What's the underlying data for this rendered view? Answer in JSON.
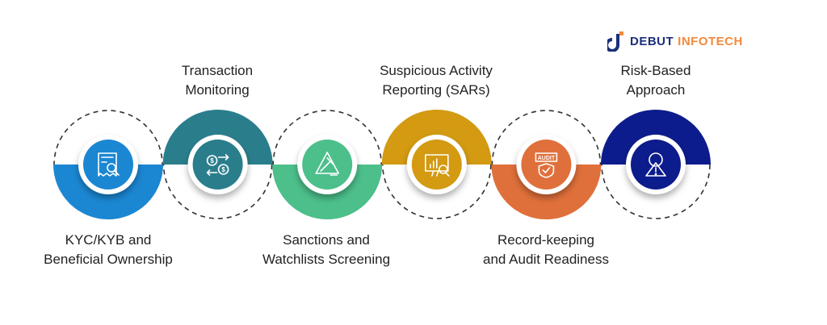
{
  "logo": {
    "brand": "DEBUT",
    "brand2": "INFOTECH"
  },
  "steps": [
    {
      "label1": "KYC/KYB and",
      "label2": "Beneficial Ownership",
      "color": "#1b87d2",
      "icon": "document-search-icon",
      "half": "bottom"
    },
    {
      "label1": "Transaction",
      "label2": "Monitoring",
      "color": "#2a7e8c",
      "icon": "money-transfer-icon",
      "half": "top"
    },
    {
      "label1": "Sanctions and",
      "label2": "Watchlists Screening",
      "color": "#4cbf8b",
      "icon": "gavel-warning-icon",
      "half": "bottom"
    },
    {
      "label1": "Suspicious Activity",
      "label2": "Reporting (SARs)",
      "color": "#d39a12",
      "icon": "report-chart-icon",
      "half": "top"
    },
    {
      "label1": "Record-keeping",
      "label2": "and Audit Readiness",
      "color": "#e0703b",
      "icon": "audit-shield-icon",
      "half": "bottom"
    },
    {
      "label1": "Risk-Based",
      "label2": "Approach",
      "color": "#0d1c8c",
      "icon": "risk-warning-gear-icon",
      "half": "top"
    }
  ]
}
